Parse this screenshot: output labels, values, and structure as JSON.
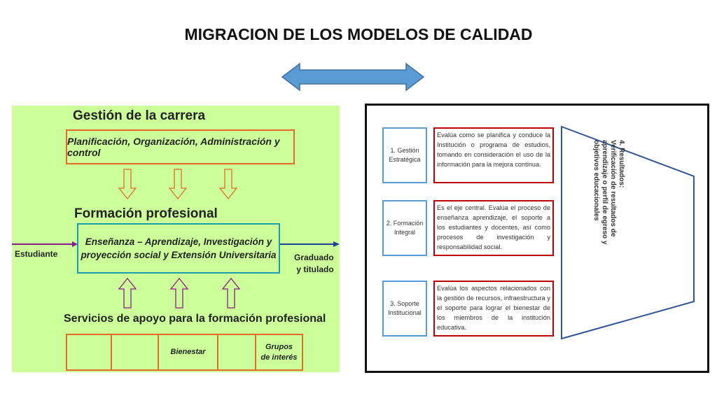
{
  "title": "MIGRACION DE LOS MODELOS DE CALIDAD",
  "left": {
    "gestion_heading": "Gestión de la carrera",
    "planificacion_text": "Planificación, Organización, Administración y control",
    "formacion_heading": "Formación profesional",
    "ensenanza_line1": "Enseñanza – Aprendizaje, Investigación y",
    "ensenanza_line2": "proyección social  y Extensión Universitaria",
    "estudiante": "Estudiante",
    "graduado_line1": "Graduado",
    "graduado_line2": "y titulado",
    "servicios_heading": "Servicios de apoyo para la formación profesional",
    "cells": [
      "",
      "",
      "Bienestar",
      "",
      "Grupos",
      "de interés"
    ]
  },
  "right": {
    "rows": [
      {
        "label_line1": "1.  Gestión",
        "label_line2": "Estratégica",
        "description": "Evalúa como se planifica y conduce la Institución o programa de estudios, tomando en consideración el uso de la información para la mejora continua."
      },
      {
        "label_line1": "2.  Formación",
        "label_line2": "Integral",
        "description": "Es el eje central. Evalúa el proceso de enseñanza aprendizaje, el soporte a los estudiantes y docentes, así como procesos de investigación y responsabilidad social."
      },
      {
        "label_line1": "3.  Soporte",
        "label_line2": "Institucional",
        "description": "Evalúa los aspectos relacionados con la gestión de recursos, infraestructura y el soporte para lograr el bienestar de los miembros de la institución educativa."
      }
    ],
    "resultados_line1": "4. Resultados:",
    "resultados_line2": "Verificación de resultados de",
    "resultados_line3": "aprendizaje o perfil de egreso y",
    "resultados_line4": "objetivos educacionales"
  },
  "colors": {
    "left_bg": "#ccff99",
    "orange_border": "#e46c2a",
    "teal_border": "#1a9cb0",
    "purple_arrow": "#8b1a8b",
    "blue_arrow": "#5b9bd5",
    "red_border": "#c00000"
  }
}
